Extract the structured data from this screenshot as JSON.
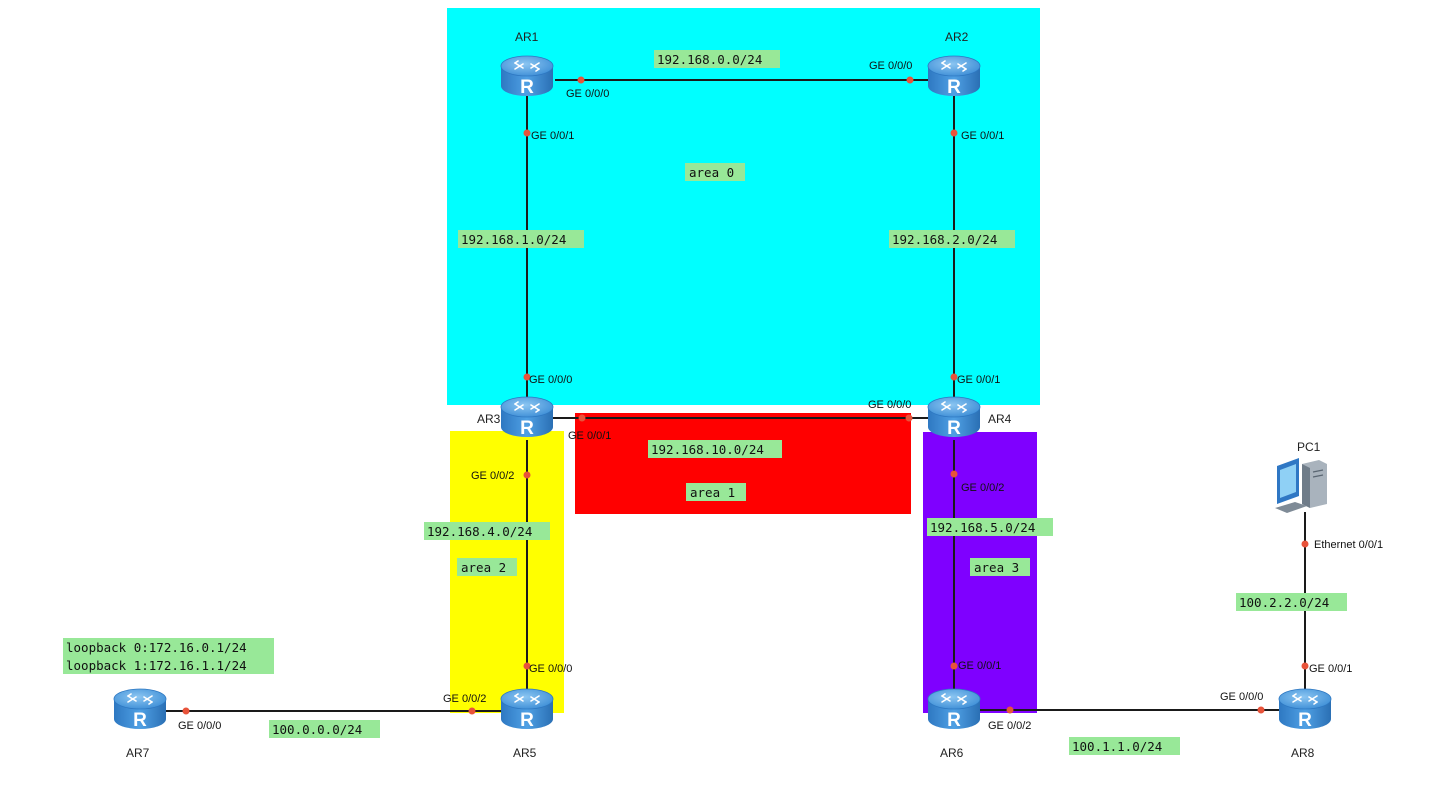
{
  "areas": {
    "area0": {
      "label": "area 0",
      "color": "#00ffff"
    },
    "area1": {
      "label": "area 1",
      "color": "#ff0000"
    },
    "area2": {
      "label": "area 2",
      "color": "#ffff00"
    },
    "area3": {
      "label": "area 3",
      "color": "#7f00ff"
    }
  },
  "devices": {
    "ar1": "AR1",
    "ar2": "AR2",
    "ar3": "AR3",
    "ar4": "AR4",
    "ar5": "AR5",
    "ar6": "AR6",
    "ar7": "AR7",
    "ar8": "AR8",
    "pc1": "PC1"
  },
  "networks": {
    "n_ar1_ar2": "192.168.0.0/24",
    "n_ar1_ar3": "192.168.1.0/24",
    "n_ar2_ar4": "192.168.2.0/24",
    "n_ar3_ar4": "192.168.10.0/24",
    "n_ar3_ar5": "192.168.4.0/24",
    "n_ar4_ar6": "192.168.5.0/24",
    "n_ar7_ar5": "100.0.0.0/24",
    "n_ar6_ar8": "100.1.1.0/24",
    "n_ar8_pc1": "100.2.2.0/24"
  },
  "loopbacks": [
    "loopback 0:172.16.0.1/24",
    "loopback 1:172.16.1.1/24"
  ],
  "interfaces": {
    "ar1_to_ar2": "GE 0/0/0",
    "ar1_to_ar3": "GE 0/0/1",
    "ar2_to_ar1": "GE 0/0/0",
    "ar2_to_ar4": "GE 0/0/1",
    "ar3_to_ar1": "GE 0/0/0",
    "ar3_to_ar4": "GE 0/0/1",
    "ar3_to_ar5": "GE 0/0/2",
    "ar4_to_ar2": "GE 0/0/1",
    "ar4_to_ar3": "GE 0/0/0",
    "ar4_to_ar6": "GE 0/0/2",
    "ar5_to_ar3": "GE 0/0/0",
    "ar5_to_ar7": "GE 0/0/2",
    "ar7_to_ar5": "GE 0/0/0",
    "ar6_to_ar4": "GE 0/0/1",
    "ar6_to_ar8": "GE 0/0/2",
    "ar8_to_ar6": "GE 0/0/0",
    "ar8_to_pc1": "GE 0/0/1",
    "pc1_to_ar8": "Ethernet 0/0/1"
  },
  "icons": {
    "router": "router-icon",
    "pc": "pc-icon"
  },
  "colors": {
    "router": "#3f8fd8",
    "port": "#e8533a",
    "tag": "#98e898"
  }
}
